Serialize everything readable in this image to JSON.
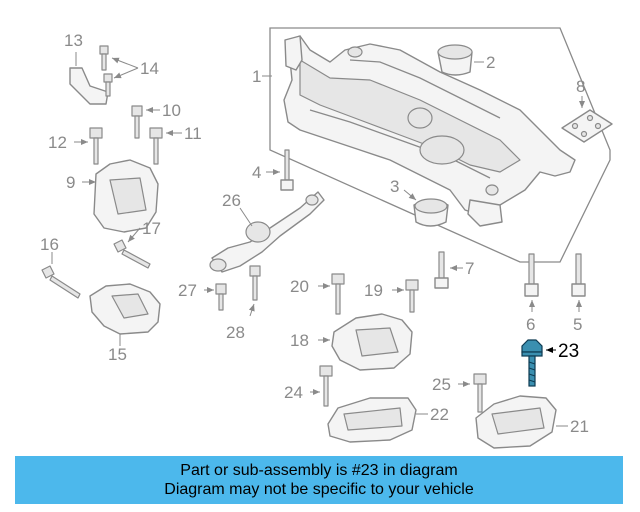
{
  "labels": {
    "l1": "1",
    "l2": "2",
    "l3": "3",
    "l4": "4",
    "l5": "5",
    "l6": "6",
    "l7": "7",
    "l8": "8",
    "l9": "9",
    "l10": "10",
    "l11": "11",
    "l12": "12",
    "l13": "13",
    "l14": "14",
    "l15": "15",
    "l16": "16",
    "l17": "17",
    "l18": "18",
    "l19": "19",
    "l20": "20",
    "l21": "21",
    "l22": "22",
    "l23": "23",
    "l24": "24",
    "l25": "25",
    "l26": "26",
    "l27": "27",
    "l28": "28"
  },
  "highlight": {
    "part_number": "23",
    "color": "#3a8fb0",
    "outline": "#0e3b52"
  },
  "banner": {
    "line1": "Part or sub-assembly is #23 in diagram",
    "line2": "Diagram may not be specific to your vehicle",
    "background": "#4cb8ec"
  }
}
